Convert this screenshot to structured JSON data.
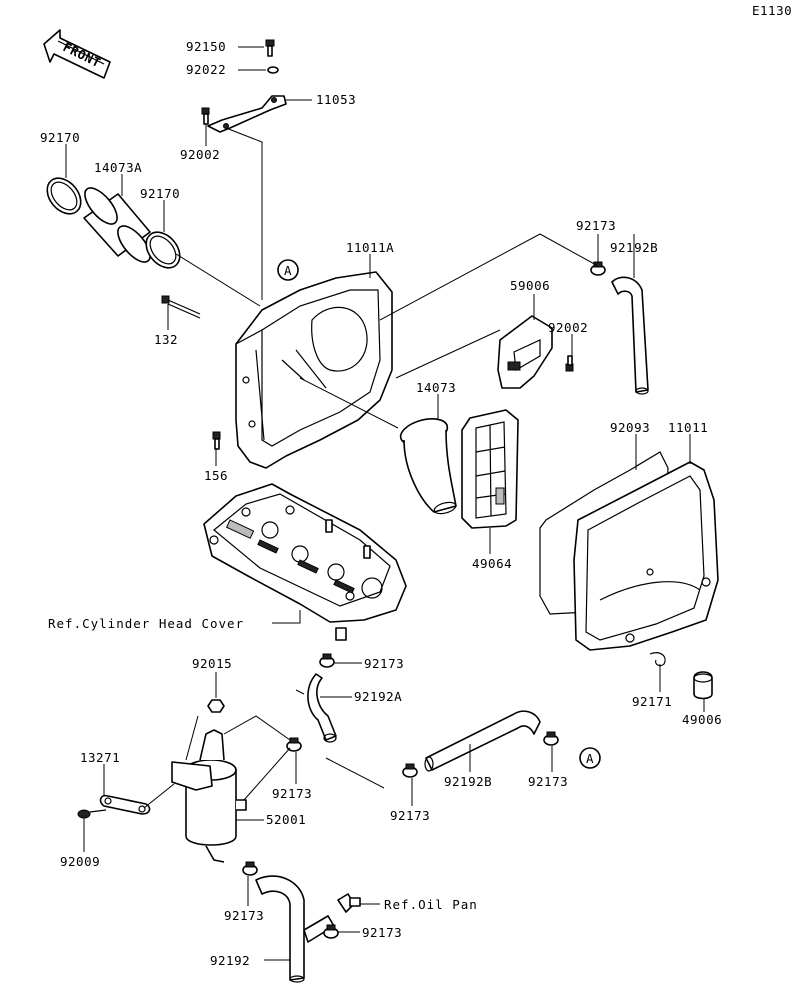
{
  "code": "E1130",
  "front": "FRONT",
  "circle_ref": "A",
  "parts": {
    "p92150": "92150",
    "p92022": "92022",
    "p11053": "11053",
    "p92002_top": "92002",
    "p92170_left": "92170",
    "p14073A": "14073A",
    "p92170_right": "92170",
    "p11011A": "11011A",
    "p92173_tr": "92173",
    "p92192B_tr": "92192B",
    "p59006": "59006",
    "p92002_mid": "92002",
    "p132": "132",
    "p14073": "14073",
    "p92093": "92093",
    "p11011": "11011",
    "p156": "156",
    "p49064": "49064",
    "p92173_mid": "92173",
    "p92015": "92015",
    "p92192A": "92192A",
    "p92171": "92171",
    "p49006": "49006",
    "p13271": "13271",
    "p92173_l1": "92173",
    "p92192B_low": "92192B",
    "p92173_r2": "92173",
    "p92173_c": "92173",
    "p52001": "52001",
    "p92009": "92009",
    "p92173_b1": "92173",
    "p92173_b2": "92173",
    "p92192": "92192"
  },
  "refs": {
    "cylinder_head": "Ref.Cylinder Head Cover",
    "oil_pan": "Ref.Oil Pan"
  }
}
